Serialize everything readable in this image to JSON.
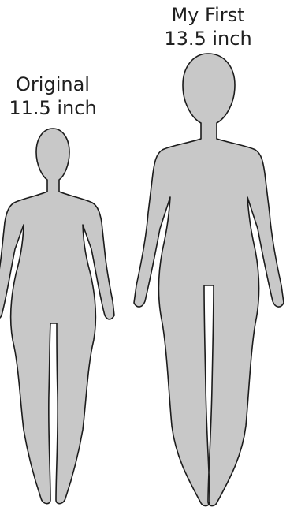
{
  "figures": [
    {
      "id": "original",
      "line1": "Original",
      "line2": "11.5 inch",
      "height_inches": 11.5
    },
    {
      "id": "my_first",
      "line1": "My First",
      "line2": "13.5 inch",
      "height_inches": 13.5
    }
  ],
  "colors": {
    "silhouette_fill": "#c8c8c8",
    "silhouette_stroke": "#1c1c1c",
    "label_text": "#1f1f1f",
    "background": "#ffffff"
  }
}
